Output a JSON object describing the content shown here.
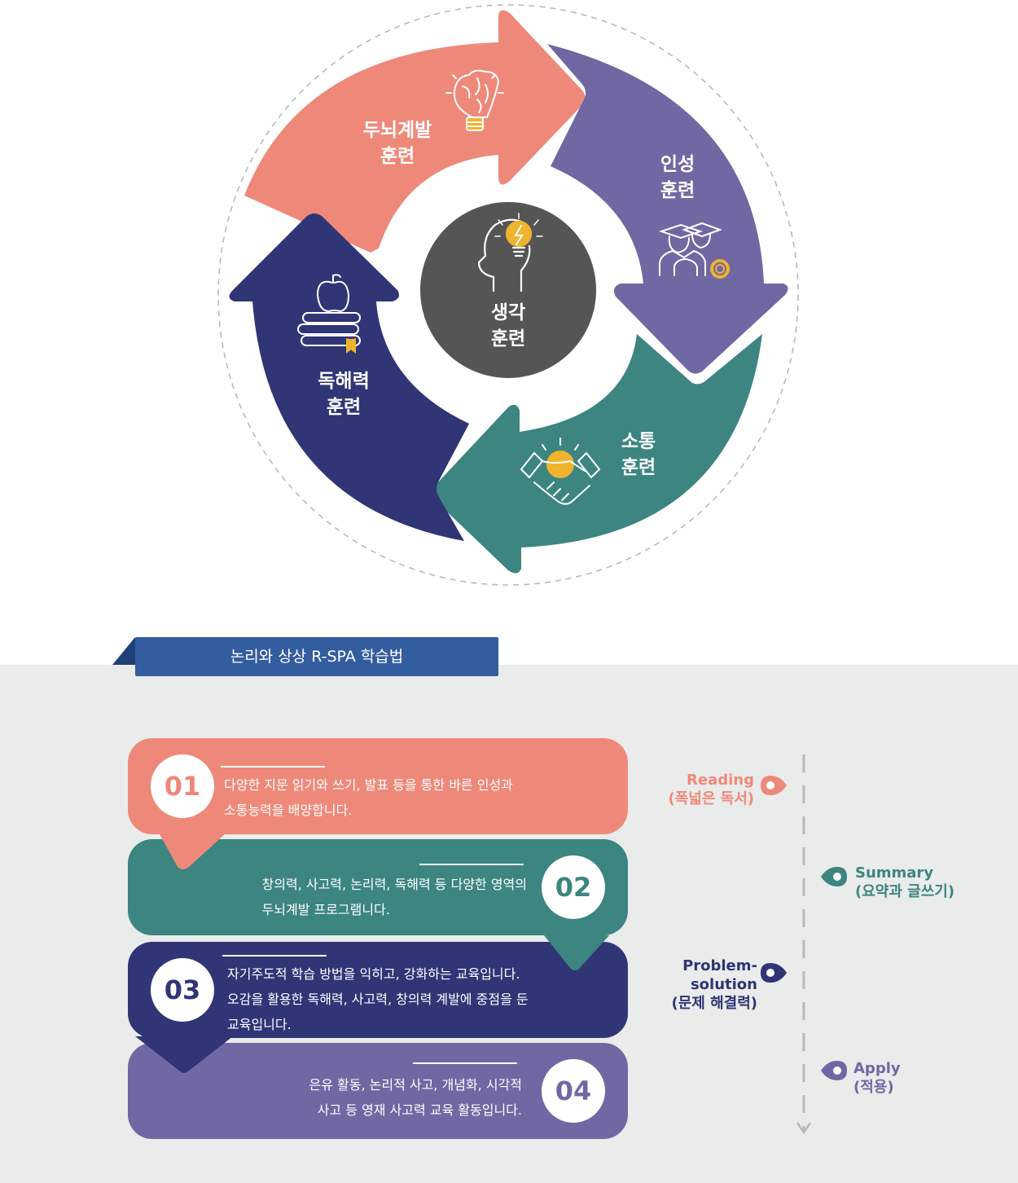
{
  "cycle": {
    "center": {
      "line1": "생각",
      "line2": "훈련",
      "icon": "head-lightbulb-icon"
    },
    "segments": [
      {
        "line1": "두뇌계발",
        "line2": "훈련",
        "color": "#ee897a",
        "icon": "brain-bulb-icon"
      },
      {
        "line1": "인성",
        "line2": "훈련",
        "color": "#6f68a3",
        "icon": "graduates-gear-icon"
      },
      {
        "line1": "소통",
        "line2": "훈련",
        "color": "#3c8581",
        "icon": "handshake-icon"
      },
      {
        "line1": "독해력",
        "line2": "훈련",
        "color": "#2f3575",
        "icon": "books-apple-icon"
      }
    ]
  },
  "banner": {
    "title": "논리와 상상 R-SPA 학습법",
    "color": "#345d9f"
  },
  "steps": [
    {
      "num": "01",
      "color": "#ee897a",
      "lines": [
        "다양한 지문 읽기와 쓰기, 발표 등을 통한 바른 인성과",
        "소통능력을 배양합니다."
      ]
    },
    {
      "num": "02",
      "color": "#3c8581",
      "lines": [
        "창의력, 사고력, 논리력, 독해력 등 다양한 영역의",
        "두뇌계발 프로그램니다."
      ]
    },
    {
      "num": "03",
      "color": "#2f3575",
      "lines": [
        "자기주도적 학습 방법을 익히고, 강화하는 교육입니다.",
        "오감을 활용한 독해력, 사고력, 창의력 계발에 중점을 둔",
        "교육입니다."
      ]
    },
    {
      "num": "04",
      "color": "#6f68a3",
      "lines": [
        "은유 활동,  논리적 사고, 개념화, 시각적",
        "사고 등 영재 사고력 교육 활동입니다."
      ]
    }
  ],
  "timeline": [
    {
      "title": "Reading",
      "sub": "(폭넓은 독서)",
      "color": "#ee897a"
    },
    {
      "title": "Summary",
      "sub": "(요약과 글쓰기)",
      "color": "#3c8581"
    },
    {
      "title1": "Problem-",
      "title2": "solution",
      "sub": "(문제 해결력)",
      "color": "#2f3575"
    },
    {
      "title": "Apply",
      "sub": "(적용)",
      "color": "#6f68a3"
    }
  ]
}
